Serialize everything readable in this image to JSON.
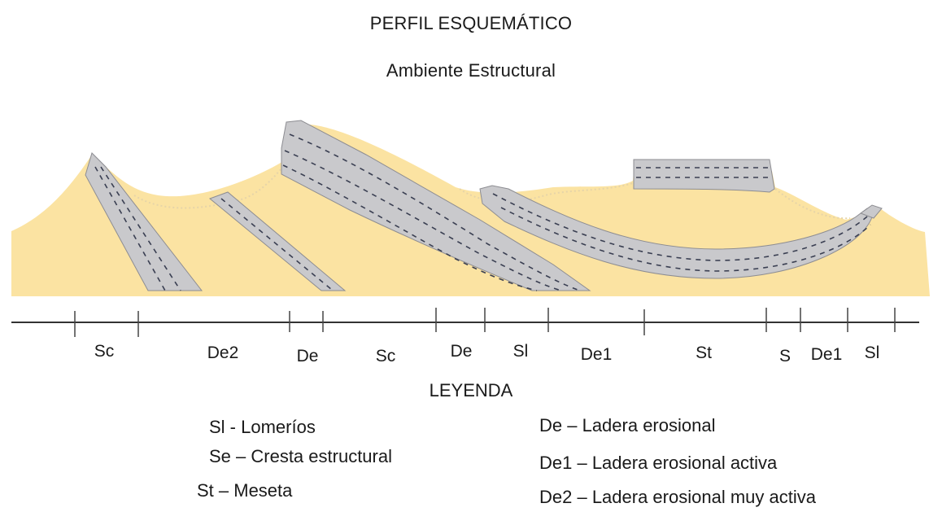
{
  "header": {
    "title": "PERFIL ESQUEMÁTICO",
    "subtitle": "Ambiente Estructural"
  },
  "colors": {
    "sediment": "#fbe3a2",
    "rock_layer": "#c9c9cc",
    "rock_outline": "#8a8a8e",
    "dash": "#3a3f52",
    "erosion_dots": "#e8dcc0",
    "baseline": "#333333"
  },
  "profile": {
    "segments": [
      {
        "label": "Sc"
      },
      {
        "label": "De2"
      },
      {
        "label": "De"
      },
      {
        "label": "Sc"
      },
      {
        "label": "De"
      },
      {
        "label": "Sl"
      },
      {
        "label": "De1"
      },
      {
        "label": "St"
      },
      {
        "label": "S"
      },
      {
        "label": "De1"
      },
      {
        "label": "Sl"
      }
    ]
  },
  "legend": {
    "title": "LEYENDA",
    "items": [
      {
        "text": "Sl - Lomeríos"
      },
      {
        "text": "Se – Cresta estructural"
      },
      {
        "text": "St – Meseta"
      },
      {
        "text": "De – Ladera erosional"
      },
      {
        "text": "De1 – Ladera erosional activa"
      },
      {
        "text": "De2 – Ladera erosional muy activa"
      }
    ]
  }
}
